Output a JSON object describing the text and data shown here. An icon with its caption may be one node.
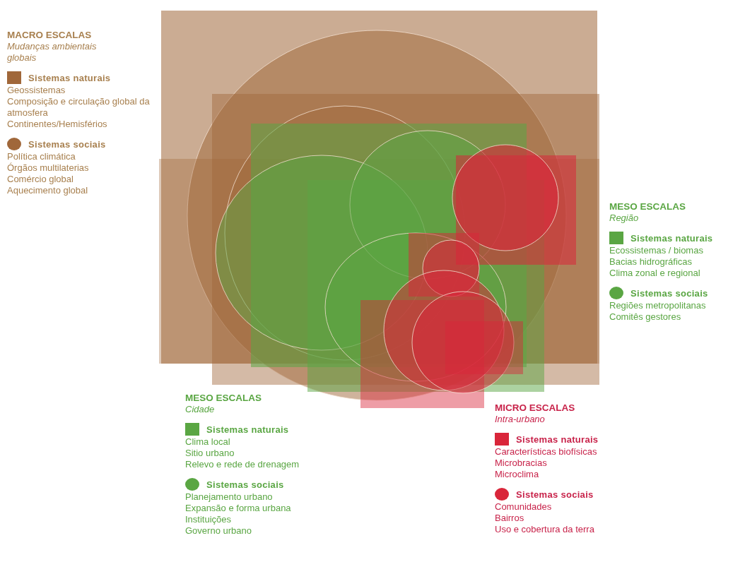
{
  "diagram": {
    "labels": [
      "MACRO ESCALAS",
      "Mudanças ambientais globais",
      "Geossistemas",
      "Composição e circulação global da atmosfera",
      "Continentes/Hemisférios",
      "Política climática",
      "Órgãos multilaterias",
      "Comércio global",
      "Aquecimento global",
      "MESO ESCALAS",
      "Região",
      "Ecossistemas / biomas",
      "Bacias hidrográficas",
      "Clima zonal e regional",
      "Regiões metropolitanas",
      "Comitês gestores",
      "MESO ESCALAS",
      "Cidade",
      "Clima local",
      "Sitio urbano",
      "Relevo e rede de drenagem",
      "Planejamento urbano",
      "Expansão e forma urbana",
      "Instituições",
      "Governo urbano",
      "MICRO ESCALAS",
      "Intra-urbano",
      "Características biofísicas",
      "Microbracias",
      "Microclima",
      "Comunidades",
      "Bairros",
      "Uso e cobertura da terra"
    ],
    "legend": [
      {
        "text": "Sistemas naturais",
        "color": "#a0673a"
      },
      {
        "text": "Sistemas sociais",
        "color": "#a0673a"
      },
      {
        "text": "Sistemas naturais",
        "color": "#5aa643"
      },
      {
        "text": "Sistemas sociais",
        "color": "#5aa643"
      },
      {
        "text": "Sistemas naturais",
        "color": "#5aa643"
      },
      {
        "text": "Sistemas sociais",
        "color": "#5aa643"
      },
      {
        "text": "Sistemas naturais",
        "color": "#d9263a"
      },
      {
        "text": "Sistemas sociais",
        "color": "#d9263a"
      }
    ]
  }
}
